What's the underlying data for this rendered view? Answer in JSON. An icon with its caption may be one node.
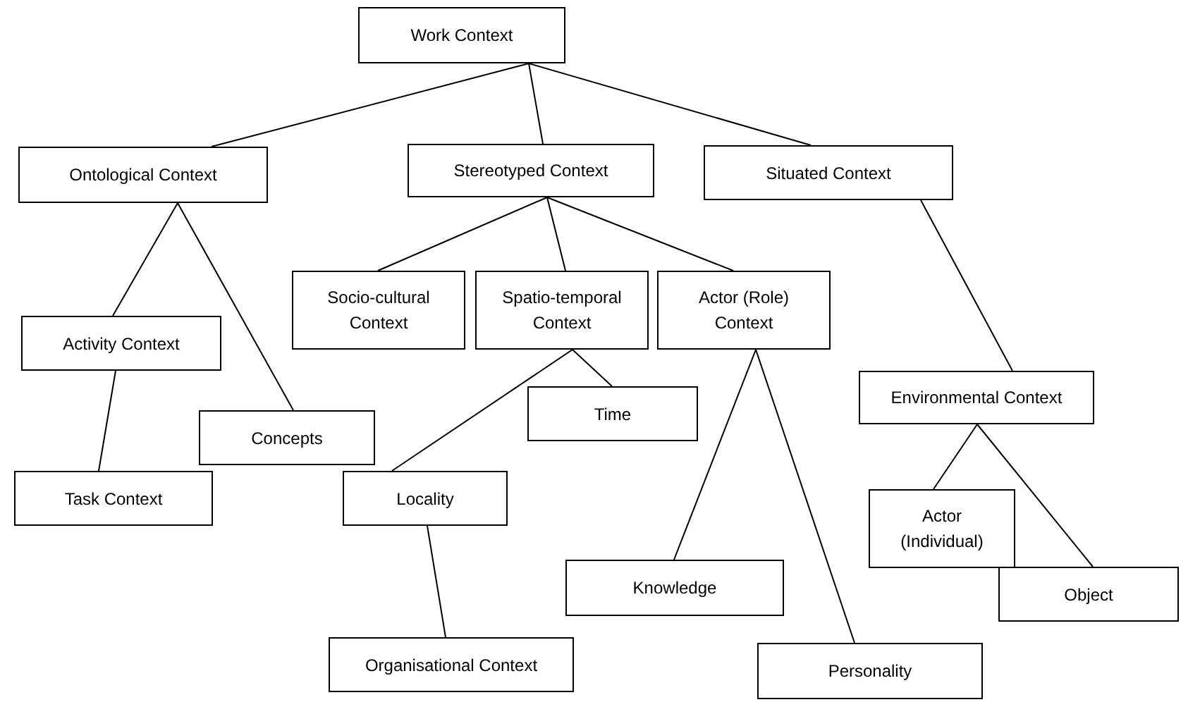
{
  "diagram": {
    "nodes": [
      {
        "text": [
          "Work Context"
        ]
      },
      {
        "text": [
          "Ontological Context"
        ]
      },
      {
        "text": [
          "Stereotyped Context"
        ]
      },
      {
        "text": [
          "Situated Context"
        ]
      },
      {
        "text": [
          "Socio-cultural Context"
        ]
      },
      {
        "text": [
          "Spatio-temporal Context"
        ]
      },
      {
        "text": [
          "Actor (Role) Context"
        ]
      },
      {
        "text": [
          "Activity Context"
        ]
      },
      {
        "text": [
          "Concepts"
        ]
      },
      {
        "text": [
          "Environmental Context"
        ]
      },
      {
        "text": [
          "Time"
        ]
      },
      {
        "text": [
          "Task Context"
        ]
      },
      {
        "text": [
          "Locality"
        ]
      },
      {
        "text": [
          "Actor (Individual)"
        ]
      },
      {
        "text": [
          "Knowledge"
        ]
      },
      {
        "text": [
          "Object"
        ]
      },
      {
        "text": [
          "Organisational Context"
        ]
      },
      {
        "text": [
          "Personality"
        ]
      }
    ],
    "edges": [
      {
        "from": 0,
        "to": 1,
        "arrow": "none"
      },
      {
        "from": 0,
        "to": 2,
        "arrow": "none"
      },
      {
        "from": 0,
        "to": 3,
        "arrow": "none"
      },
      {
        "from": 1,
        "to": 7,
        "arrow": "none"
      },
      {
        "from": 1,
        "to": 8,
        "arrow": "none"
      },
      {
        "from": 2,
        "to": 4,
        "arrow": "none"
      },
      {
        "from": 2,
        "to": 5,
        "arrow": "none"
      },
      {
        "from": 2,
        "to": 6,
        "arrow": "none"
      },
      {
        "from": 3,
        "to": 9,
        "arrow": "none"
      },
      {
        "from": 7,
        "to": 11,
        "arrow": "none"
      },
      {
        "from": 5,
        "to": 12,
        "arrow": "none"
      },
      {
        "from": 5,
        "to": 10,
        "arrow": "none"
      },
      {
        "from": 6,
        "to": 14,
        "arrow": "none"
      },
      {
        "from": 6,
        "to": 17,
        "arrow": "none"
      },
      {
        "from": 9,
        "to": 13,
        "arrow": "none"
      },
      {
        "from": 9,
        "to": 15,
        "arrow": "none"
      },
      {
        "from": 12,
        "to": 16,
        "arrow": "none"
      }
    ]
  }
}
